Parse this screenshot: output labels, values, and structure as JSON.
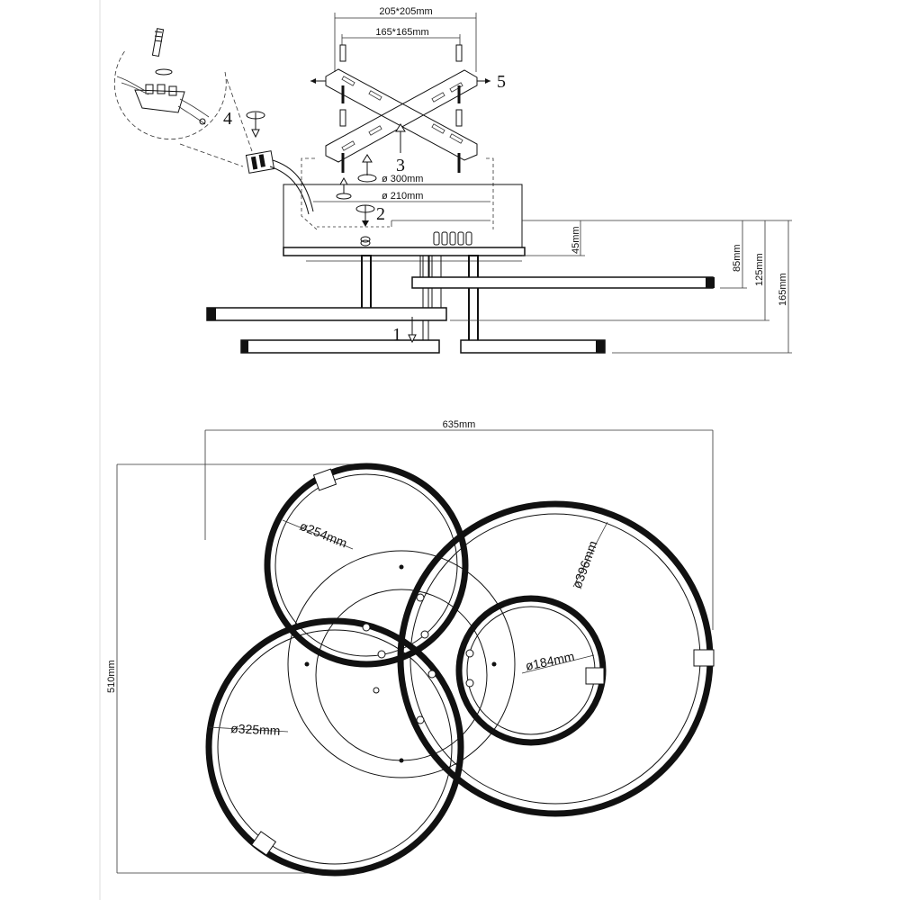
{
  "side_view": {
    "bracket_outer": "205*205mm",
    "bracket_inner": "165*165mm",
    "canopy_outer": "ø 300mm",
    "canopy_inner": "ø 210mm",
    "height_45": "45mm",
    "height_85": "85mm",
    "height_125": "125mm",
    "height_165": "165mm",
    "steps": [
      "1",
      "2",
      "3",
      "4",
      "5"
    ]
  },
  "top_view": {
    "width": "635mm",
    "height": "510mm",
    "rings": [
      {
        "label": "ø254mm"
      },
      {
        "label": "ø396mm"
      },
      {
        "label": "ø325mm"
      },
      {
        "label": "ø184mm"
      }
    ]
  }
}
